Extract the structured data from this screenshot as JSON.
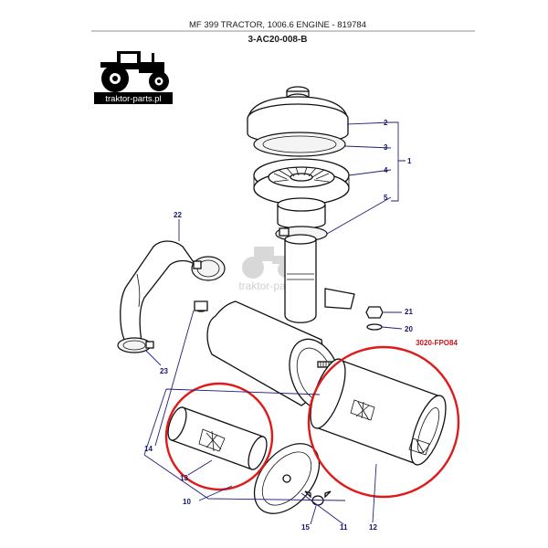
{
  "header": {
    "title": "MF 399 TRACTOR, 1006.6 ENGINE - 819784",
    "code": "3-AC20-008-B"
  },
  "branding": {
    "logo_text": "traktor-parts.pl",
    "watermark_text": "traktor-parts.pl"
  },
  "reference_label": "3020-FPO84",
  "callouts": [
    "1",
    "2",
    "3",
    "4",
    "5",
    "10",
    "11",
    "12",
    "13",
    "14",
    "15",
    "20",
    "21",
    "22",
    "23"
  ],
  "colors": {
    "highlight": "#e01a1a",
    "callout": "#14146e",
    "reference": "#c8161d"
  }
}
